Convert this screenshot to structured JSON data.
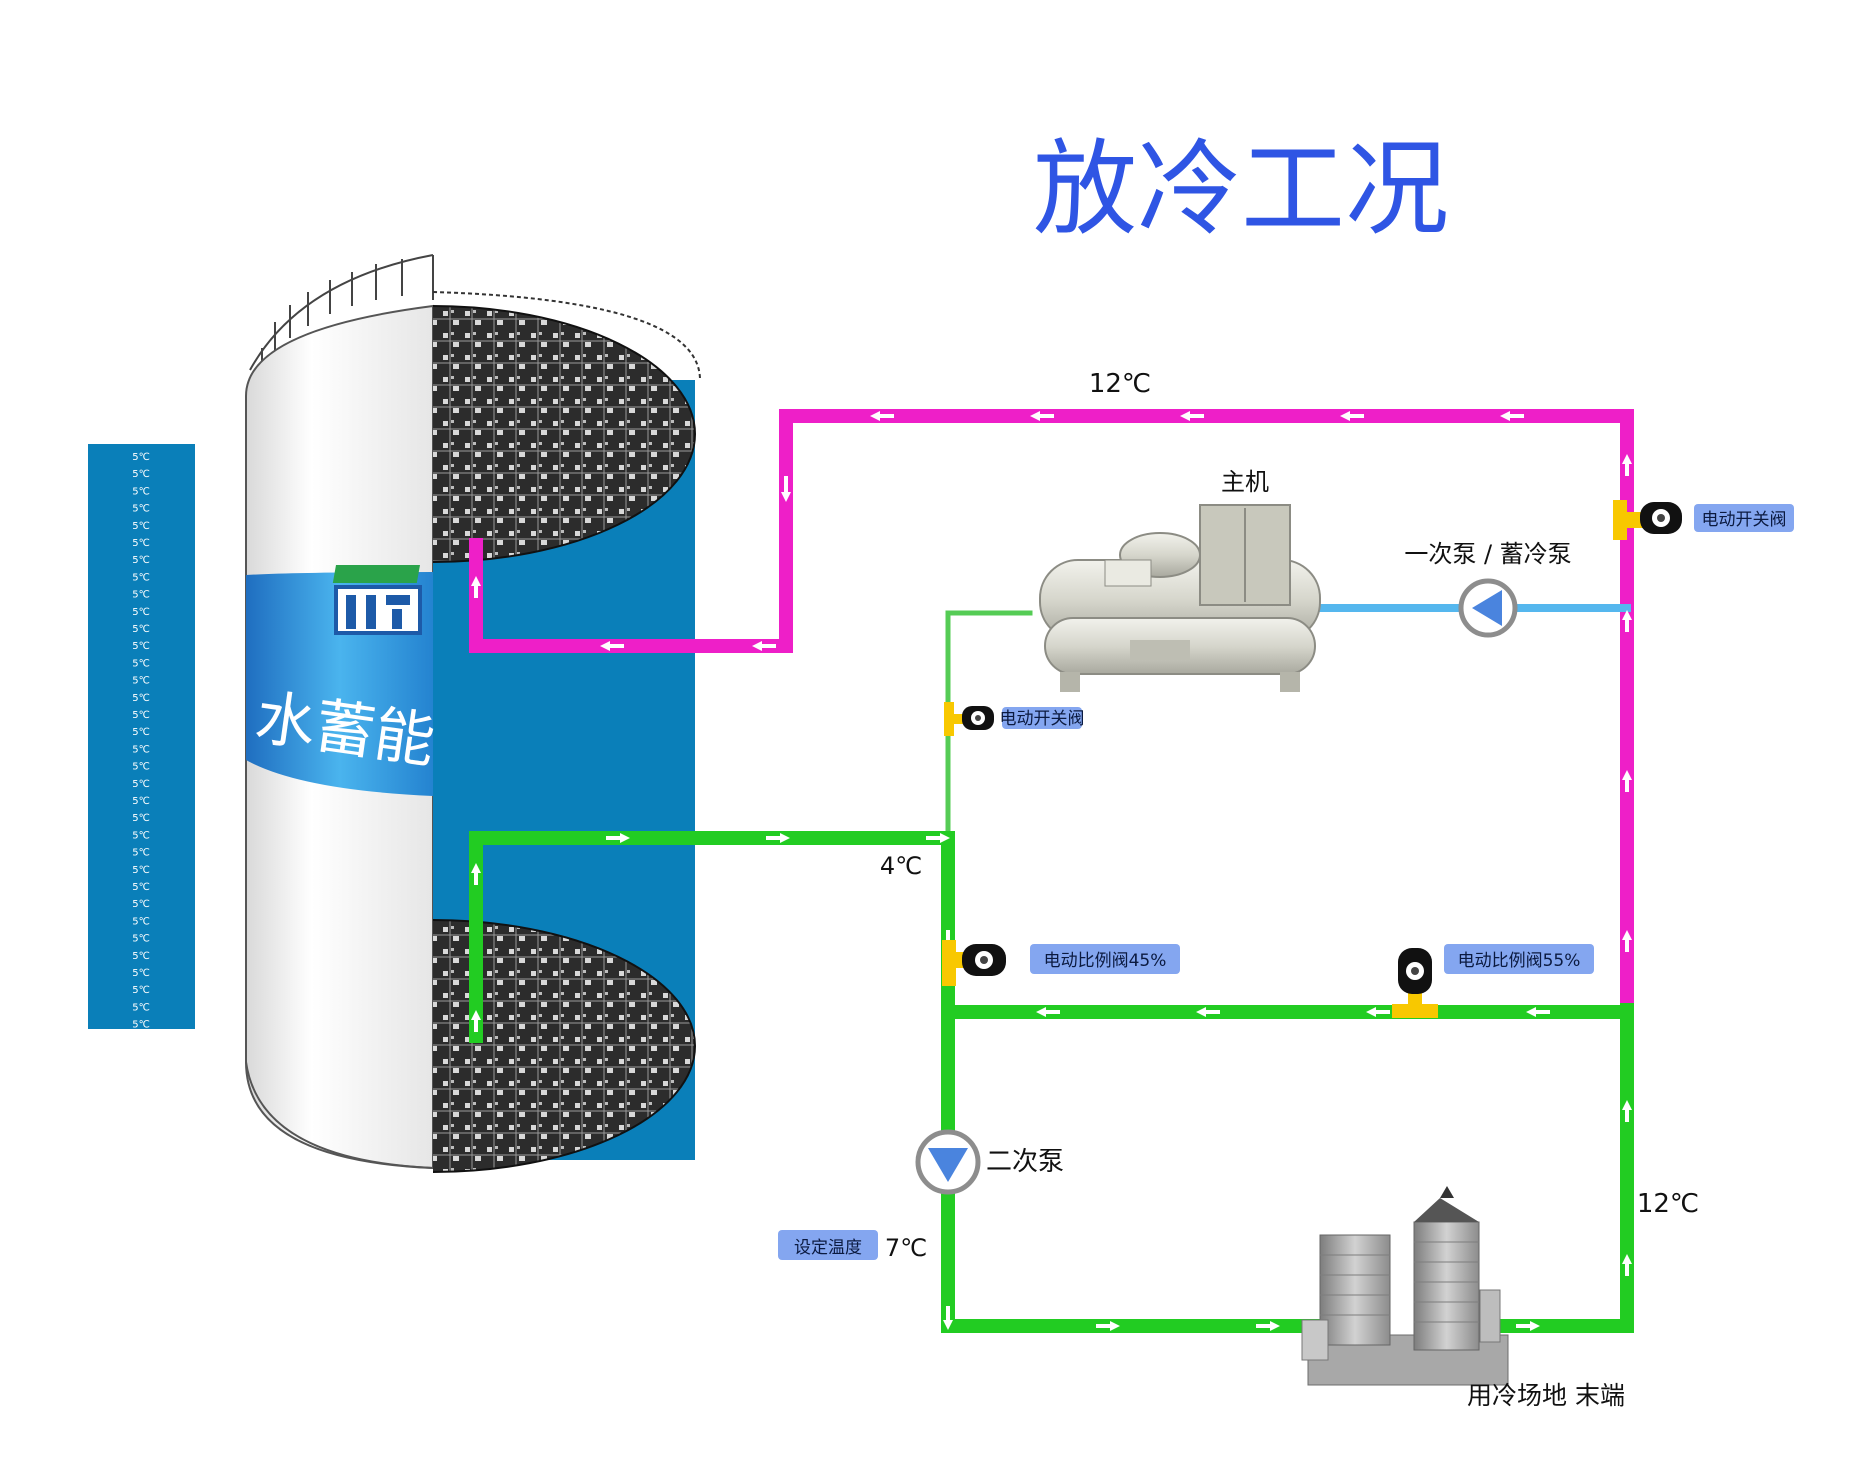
{
  "title": "放冷工况",
  "tank": {
    "logo_text": "水蓄能",
    "scale_unit_label": "5℃",
    "scale_rows": 34
  },
  "temps": {
    "supply_top": "12℃",
    "tank_outlet": "4℃",
    "return_right": "12℃",
    "setpoint_value": "7℃"
  },
  "labels": {
    "chiller": "主机",
    "primary_pump": "一次泵 / 蓄冷泵",
    "secondary_pump": "二次泵",
    "load": "用冷场地 末端",
    "setpoint_tag": "设定温度"
  },
  "valves": {
    "top_right": "电动开关阀",
    "chiller_inlet": "电动比例阀45%",
    "bypass": "电动比例阀55%",
    "chiller_onoff": "电动开关阀"
  },
  "valve_openings": {
    "chiller_inlet_percent": 45,
    "bypass_percent": 55
  },
  "colors": {
    "title": "#2f55e4",
    "hot_pipe": "#ee1fc8",
    "cold_pipe": "#22cc22",
    "light_green_pipe": "#55cc55",
    "chiller_link": "#55b7ee",
    "tank_blue": "#0a7fb9",
    "tag_bg": "#84a6f0",
    "valve_yellow": "#f8c800"
  }
}
